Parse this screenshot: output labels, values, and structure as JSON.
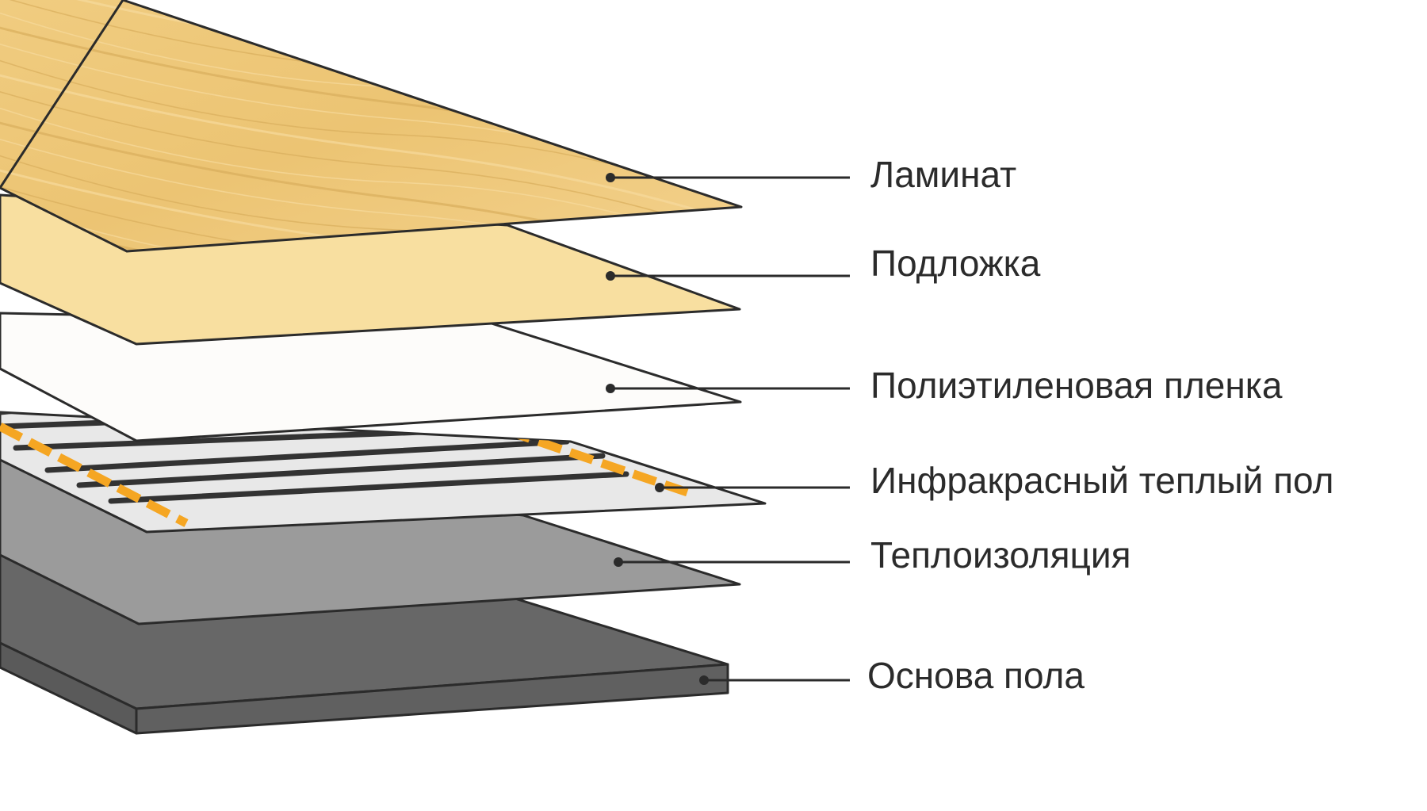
{
  "diagram": {
    "layers": [
      {
        "id": "laminate",
        "label": "Ламинат",
        "color": "#EDC67A"
      },
      {
        "id": "underlay",
        "label": "Подложка",
        "color": "#F8DFA0"
      },
      {
        "id": "pe-film",
        "label": "Полиэтиленовая пленка",
        "color": "#FDFCFA"
      },
      {
        "id": "ir-floor",
        "label": "Инфракрасный теплый пол",
        "color": "#E8E8E8"
      },
      {
        "id": "insulation",
        "label": "Теплоизоляция",
        "color": "#9B9B9B"
      },
      {
        "id": "floor-base",
        "label": "Основа пола",
        "color": "#676767"
      }
    ],
    "colors": {
      "outline": "#2B2B2B",
      "heating_strip": "#F5A623",
      "carbon_stripe": "#333333"
    }
  }
}
